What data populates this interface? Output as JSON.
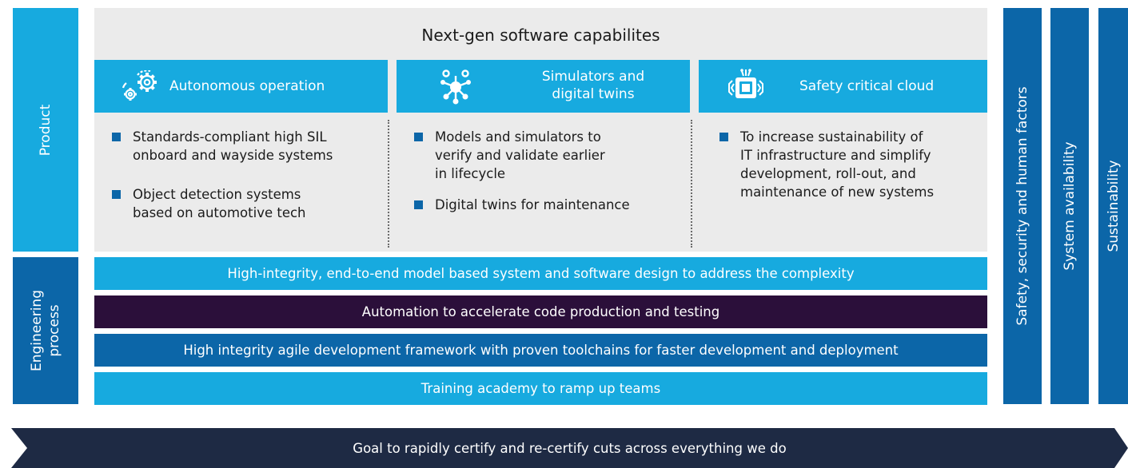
{
  "left_labels": {
    "product": "Product",
    "engineering": "Engineering\nprocess"
  },
  "main": {
    "title": "Next-gen software capabilites",
    "capabilities": [
      {
        "icon": "gears-icon",
        "title": "Autonomous operation",
        "bullets": [
          "Standards-compliant high SIL\nonboard and wayside systems",
          "Object detection systems\nbased on automotive tech"
        ]
      },
      {
        "icon": "network-icon",
        "title": "Simulators and\ndigital twins",
        "bullets": [
          "Models and simulators to\nverify and validate earlier\nin lifecycle",
          "Digital twins for maintenance"
        ]
      },
      {
        "icon": "chip-icon",
        "title": "Safety critical cloud",
        "bullets": [
          "To increase sustainability of\nIT infrastructure and simplify\ndevelopment, roll-out, and\nmaintenance of new systems"
        ]
      }
    ]
  },
  "bars": [
    {
      "text": "High-integrity, end-to-end model based system and software design to address the complexity",
      "color": "#17aadf"
    },
    {
      "text": "Automation to accelerate code production and testing",
      "color": "#2b0f3a"
    },
    {
      "text": "High integrity agile development framework with proven toolchains for faster development and deployment",
      "color": "#0c66a8"
    },
    {
      "text": "Training academy to ramp up teams",
      "color": "#17aadf"
    }
  ],
  "right_columns": [
    "Safety, security and human factors",
    "System availability",
    "Sustainability"
  ],
  "goal": "Goal to rapidly certify and re-certify cuts across everything we do",
  "colors": {
    "light_blue": "#17aadf",
    "dark_blue": "#0c66a8",
    "purple": "#2b0f3a",
    "navy_arrow": "#1e2a44",
    "panel_grey": "#ebebeb"
  }
}
